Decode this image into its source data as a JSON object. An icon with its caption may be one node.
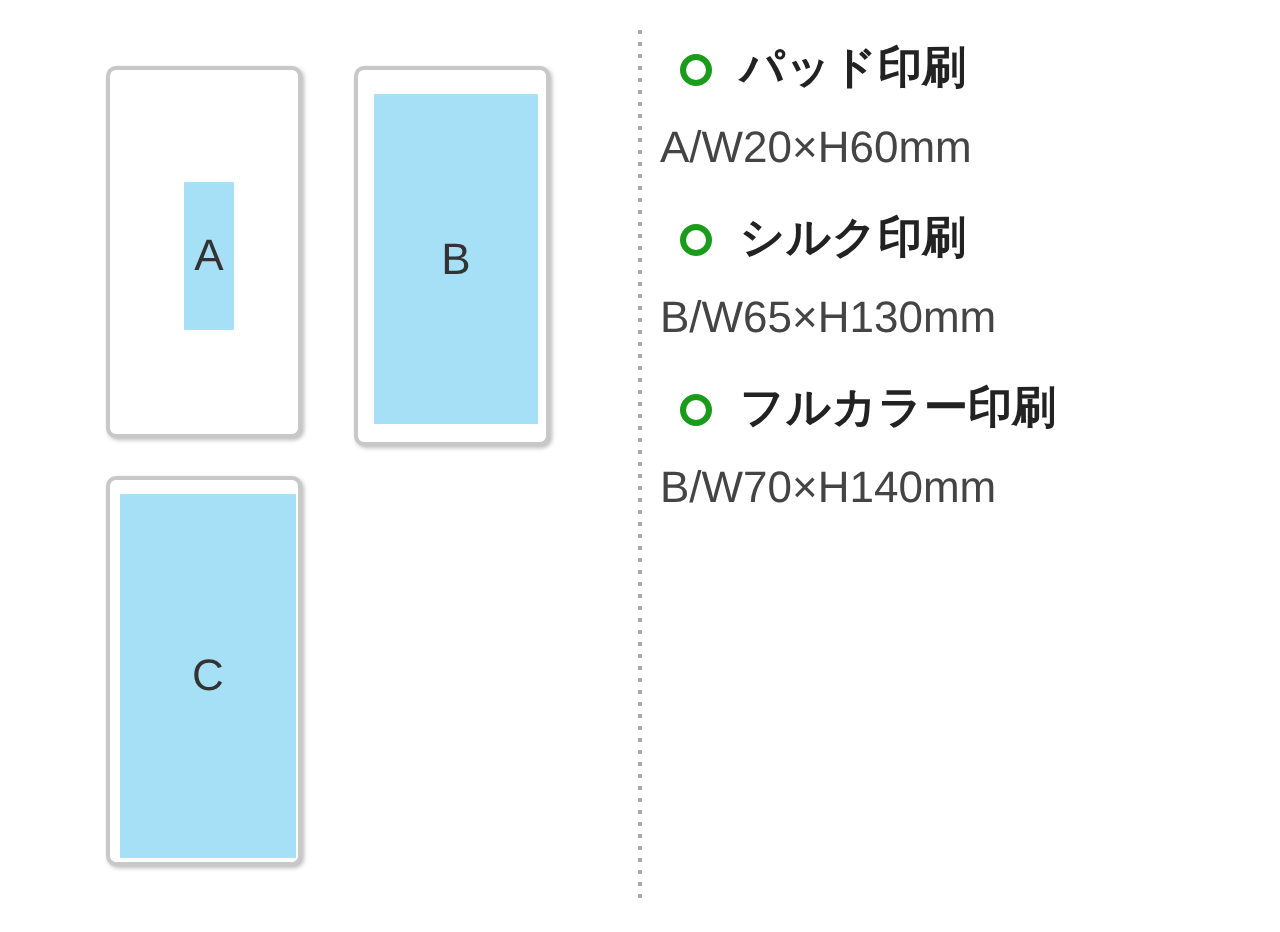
{
  "diagram": {
    "nodes": [
      {
        "text": [],
        "shape": "box"
      },
      {
        "text": [
          "A"
        ],
        "in": 0
      },
      {
        "text": [],
        "shape": "box"
      },
      {
        "text": [
          "B"
        ],
        "in": 2
      },
      {
        "text": [],
        "shape": "box"
      },
      {
        "text": [
          "C"
        ],
        "in": 4
      }
    ],
    "edges": [],
    "labels": [
      "パッド印刷",
      "A/W20×H60mm",
      "シルク印刷",
      "B/W65×H130mm",
      "フルカラー印刷",
      "B/W70×H140mm"
    ]
  }
}
